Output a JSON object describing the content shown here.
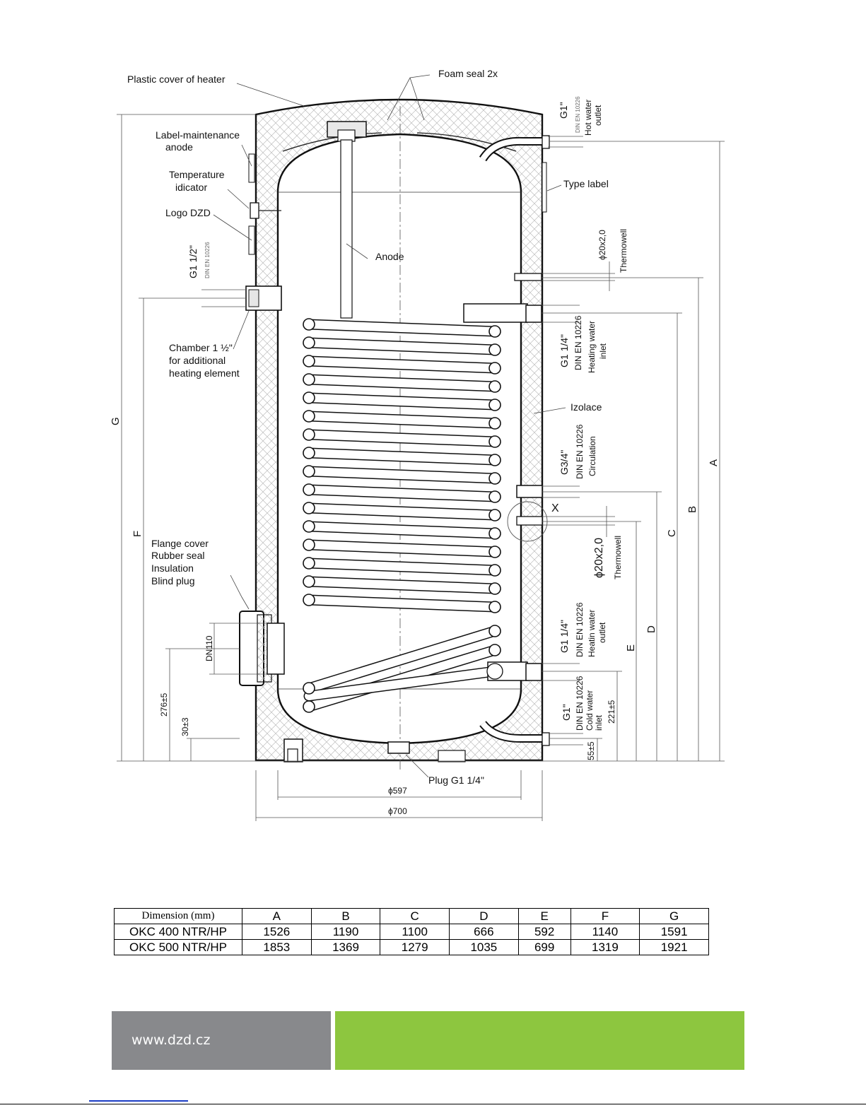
{
  "labels": {
    "plastic_cover": "Plastic cover of heater",
    "foam_seal": "Foam seal 2x",
    "label_maintenance_1": "Label-maintenance",
    "label_maintenance_2": "anode",
    "temperature_1": "Temperature",
    "temperature_2": "idicator",
    "logo": "Logo DZD",
    "anode": "Anode",
    "type_label": "Type label",
    "chamber_1": "Chamber 1 ½\"",
    "chamber_2": "for additional",
    "chamber_3": "heating element",
    "izolace": "Izolace",
    "flange_1": "Flange cover",
    "flange_2": "Rubber seal",
    "flange_3": "Insulation",
    "flange_4": "Blind plug",
    "plug": "Plug G1 1/4\"",
    "x_mark": "X"
  },
  "connections": {
    "hot_thread": "G1\"",
    "hot_std": "DIN EN 10226",
    "hot_name_1": "Hot water",
    "hot_name_2": "outlet",
    "thermowell_top_size": "ϕ20x2,0",
    "thermowell_top_name": "Thermowell",
    "heating_in_thread": "G1 1/4\"",
    "heating_in_std": "DIN EN 10226",
    "heating_in_name_1": "Heating water",
    "heating_in_name_2": "inlet",
    "circ_thread": "G3/4\"",
    "circ_std": "DIN EN 10226",
    "circ_name": "Circulation",
    "thermowell_bottom_size": "ϕ20x2,0",
    "thermowell_bottom_name": "Thermowell",
    "heating_out_thread": "G1 1/4\"",
    "heating_out_std": "DIN EN 10226",
    "heating_out_name_1": "Heatin water",
    "heating_out_name_2": "outlet",
    "cold_thread": "G1\"",
    "cold_std": "DIN EN 10226",
    "cold_name_1": "Cold water",
    "cold_name_2": "inlet",
    "chamber_thread": "G1 1/2\"",
    "chamber_std": "DIN EN 10226"
  },
  "dimensions": {
    "A": "A",
    "B": "B",
    "C": "C",
    "D": "D",
    "E": "E",
    "F": "F",
    "G": "G",
    "dn": "DN110",
    "h276": "276±5",
    "h30": "30±3",
    "h221": "221±5",
    "h55": "55±5",
    "d597": "ϕ597",
    "d700": "ϕ700"
  },
  "table": {
    "header": [
      "Dimension (mm)",
      "A",
      "B",
      "C",
      "D",
      "E",
      "F",
      "G"
    ],
    "rows": [
      [
        "OKC 400 NTR/HP",
        "1526",
        "1190",
        "1100",
        "666",
        "592",
        "1140",
        "1591"
      ],
      [
        "OKC 500 NTR/HP",
        "1853",
        "1369",
        "1279",
        "1035",
        "699",
        "1319",
        "1921"
      ]
    ]
  },
  "footer": {
    "url": "www.dzd.cz"
  },
  "colors": {
    "footer_gray": "#88898c",
    "footer_green": "#8dc63f"
  }
}
